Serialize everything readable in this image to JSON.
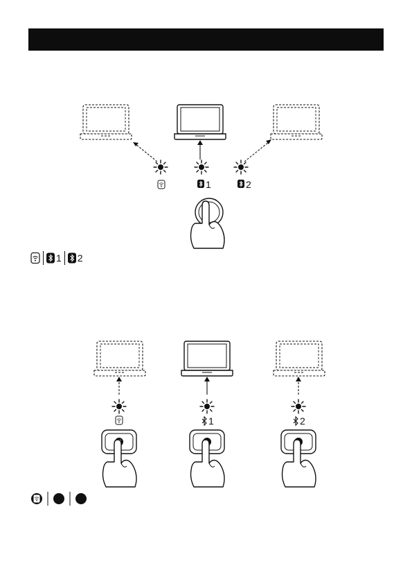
{
  "section1": {
    "labels": {
      "one": "1",
      "two": "2"
    },
    "legend": {
      "one": "1",
      "two": "2"
    }
  },
  "section2": {
    "labels": {
      "one": "1",
      "two": "2"
    }
  },
  "icons": [
    "wifi-receiver-icon",
    "bluetooth-icon",
    "light-indicator-icon",
    "laptop-icon",
    "hand-press-icon",
    "button-icon"
  ]
}
